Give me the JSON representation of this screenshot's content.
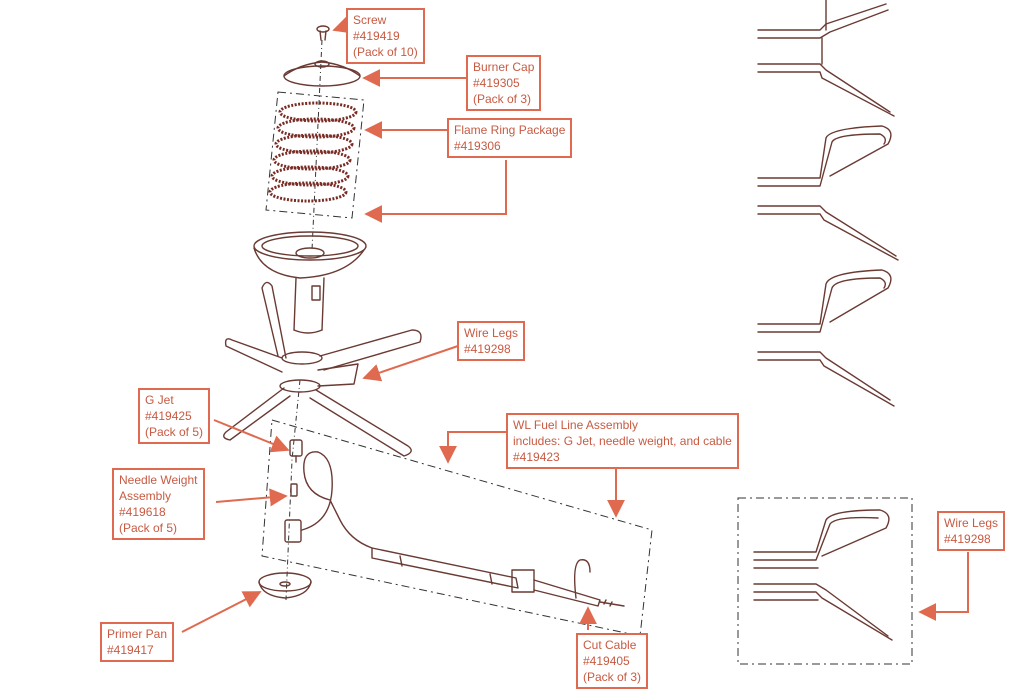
{
  "callouts": {
    "screw": {
      "name": "Screw",
      "part": "#419419",
      "note": "(Pack of 10)"
    },
    "burner_cap": {
      "name": "Burner Cap",
      "part": "#419305",
      "note": "(Pack of 3)"
    },
    "flame_ring": {
      "name": "Flame Ring Package",
      "part": "#419306"
    },
    "wire_legs_main": {
      "name": "Wire Legs",
      "part": "#419298"
    },
    "g_jet": {
      "name": "G Jet",
      "part": "#419425",
      "note": "(Pack of 5)"
    },
    "fuel_line": {
      "name": "WL Fuel Line Assembly",
      "desc": "includes: G Jet, needle weight, and cable",
      "part": "#419423"
    },
    "needle_weight": {
      "name": "Needle Weight",
      "name2": "Assembly",
      "part": "#419618",
      "note": "(Pack of 5)"
    },
    "primer_pan": {
      "name": "Primer Pan",
      "part": "#419417"
    },
    "cut_cable": {
      "name": "Cut Cable",
      "part": "#419405",
      "note": "(Pack of 3)"
    },
    "wire_legs_detail": {
      "name": "Wire Legs",
      "part": "#419298"
    }
  },
  "colors": {
    "accent": "#e06a4f",
    "line": "#6a3a33",
    "ring": "#7a2c24"
  }
}
